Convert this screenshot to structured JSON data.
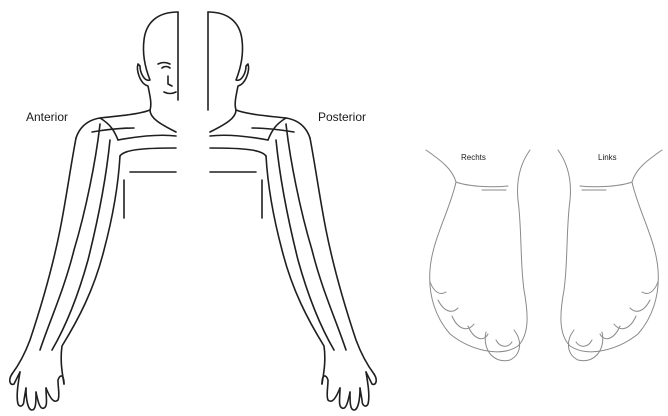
{
  "arm_diagram": {
    "left_label": "Anterior",
    "right_label": "Posterior",
    "line_color": "#1f1f1f"
  },
  "feet_diagram": {
    "left_label": "Rechts",
    "right_label": "Links",
    "line_color": "#8a8a8a"
  }
}
